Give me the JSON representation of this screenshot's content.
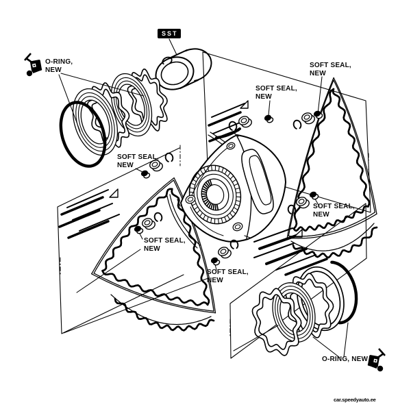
{
  "labels": {
    "sst": "SST",
    "o_ring_top": {
      "line1": "O-RING,",
      "line2": "NEW"
    },
    "soft_seal": {
      "line1": "SOFT SEAL,",
      "line2": "NEW"
    },
    "o_ring_bottom": "O-RING, NEW"
  },
  "watermark": "car.speedyauto.ee",
  "icons": {
    "cart": "parts-cart-icon"
  },
  "colors": {
    "ink": "#000000",
    "paper": "#ffffff",
    "sst_bg": "#000000",
    "sst_fg": "#ffffff"
  }
}
